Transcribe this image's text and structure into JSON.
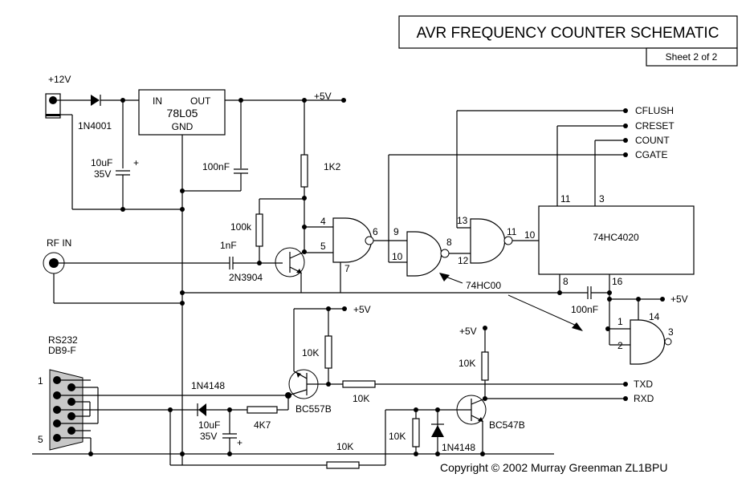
{
  "title_block": {
    "title": "AVR FREQUENCY COUNTER SCHEMATIC",
    "sheet": "Sheet 2 of 2"
  },
  "power": {
    "input_label": "+12V",
    "diode": "1N4001",
    "input_cap_value": "10uF",
    "input_cap_voltage": "35V",
    "input_cap_polarity": "+",
    "regulator": {
      "name": "78L05",
      "pin_in": "IN",
      "pin_out": "OUT",
      "pin_gnd": "GND"
    },
    "output_cap": "100nF",
    "rail_label": "+5V"
  },
  "rf_input": {
    "label": "RF IN",
    "coupling_cap": "1nF",
    "bias_resistor": "100k",
    "collector_resistor": "1K2",
    "transistor": "2N3904"
  },
  "gates": {
    "chip": "74HC00",
    "gate1": {
      "in_a": "4",
      "in_b": "5",
      "out": "6",
      "gnd": "7"
    },
    "gate2": {
      "in_a": "9",
      "in_b": "10",
      "out": "8"
    },
    "gate3": {
      "in_a": "13",
      "in_b": "12",
      "out": "11"
    },
    "gate4": {
      "in_a": "1",
      "in_b": "2",
      "out": "3",
      "vcc": "14"
    }
  },
  "counter": {
    "chip": "74HC4020",
    "pin_clk": "10",
    "pin_reset": "11",
    "pin_q": "3",
    "pin_gnd": "8",
    "pin_vcc": "16",
    "decoupling_cap": "100nF",
    "rail_label": "+5V"
  },
  "signals": [
    "CFLUSH",
    "CRESET",
    "COUNT",
    "CGATE",
    "TXD",
    "RXD"
  ],
  "rs232": {
    "label_line1": "RS232",
    "label_line2": "DB9-F",
    "pin_first": "1",
    "pin_last": "5",
    "diode": "1N4148",
    "cap_value": "10uF",
    "cap_voltage": "35V",
    "cap_polarity": "+",
    "base_resistor": "4K7",
    "pnp_transistor": "BC557B",
    "pnp_pullup": "10K",
    "pnp_series": "10K",
    "rail_label": "+5V",
    "feedback_resistor": "10K",
    "npn_rail_label": "+5V",
    "npn_pullup": "10K",
    "npn_base_resistor": "10K",
    "npn_diode": "1N4148",
    "npn_transistor": "BC547B"
  },
  "copyright": "Copyright © 2002 Murray Greenman ZL1BPU"
}
